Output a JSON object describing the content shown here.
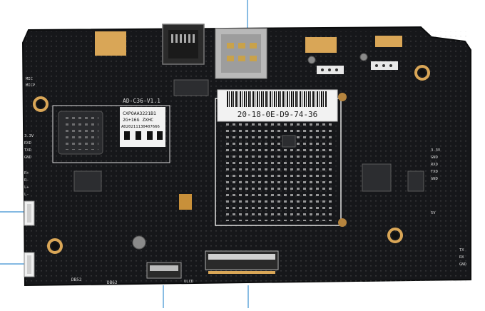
{
  "board": {
    "model_label": "AD-C36-V1.1",
    "wifi_line1": "CXPOAA3221B1",
    "wifi_line2": "2G+16G ZXHC",
    "wifi_line3": "AD20211130407666",
    "mac_sticker": "20-18-0E-D9-74-36",
    "pin_labels": [
      "MIC",
      "MICP",
      "3.3V",
      "RXD",
      "TXD",
      "GND",
      "R+",
      "R-",
      "L+",
      "L-",
      "3.3V",
      "GND",
      "RXD",
      "TXD",
      "GND",
      "5V",
      "TX",
      "RX",
      "GND",
      "ULCD"
    ],
    "silk_codes": [
      "DB52",
      "DB62"
    ]
  },
  "colors": {
    "pcb": "#16171a",
    "pcb_edge": "#0b0c0d",
    "silkscreen": "#d8d8d8",
    "gold_pad": "#d9a657",
    "callout_line": "#3a8fd0",
    "sticker": "#f2f2f2"
  }
}
